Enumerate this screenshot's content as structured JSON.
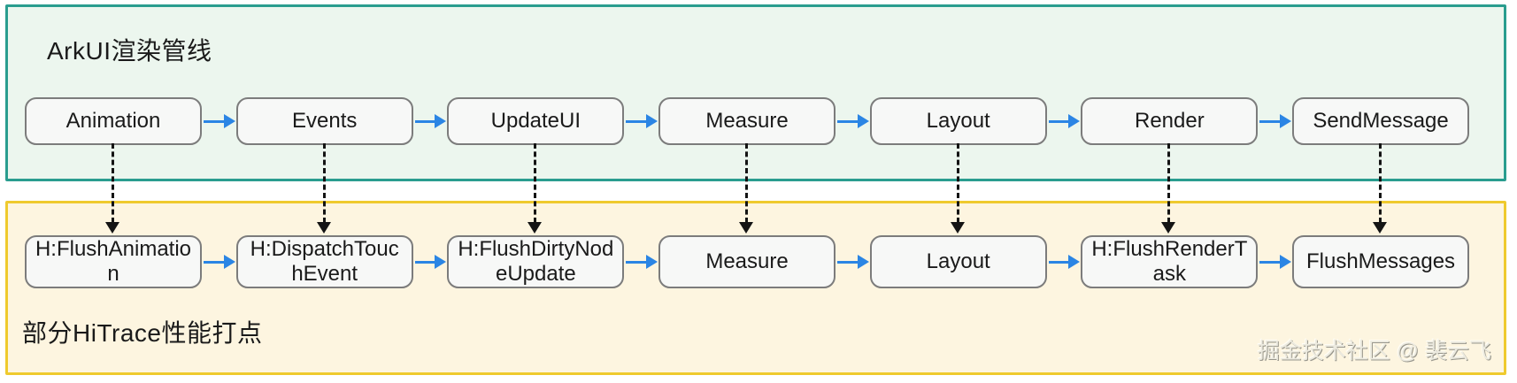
{
  "arkui_band": {
    "title": "ArkUI渲染管线",
    "nodes": [
      "Animation",
      "Events",
      "UpdateUI",
      "Measure",
      "Layout",
      "Render",
      "SendMessage"
    ]
  },
  "hitrace_band": {
    "title": "部分HiTrace性能打点",
    "nodes": [
      "H:FlushAnimation",
      "H:DispatchTouchEvent",
      "H:FlushDirtyNodeUpdate",
      "Measure",
      "Layout",
      "H:FlushRenderTask",
      "FlushMessages"
    ]
  },
  "watermark": "掘金技术社区 @ 裴云飞",
  "connections": {
    "top_flow": "Animation→Events→UpdateUI→Measure→Layout→Render→SendMessage",
    "bottom_flow": "H:FlushAnimation→H:DispatchTouchEvent→H:FlushDirtyNodeUpdate→Measure→Layout→H:FlushRenderTask→FlushMessages",
    "vertical_mappings": [
      [
        "Animation",
        "H:FlushAnimation"
      ],
      [
        "Events",
        "H:DispatchTouchEvent"
      ],
      [
        "UpdateUI",
        "H:FlushDirtyNodeUpdate"
      ],
      [
        "Measure",
        "Measure"
      ],
      [
        "Layout",
        "Layout"
      ],
      [
        "Render",
        "H:FlushRenderTask"
      ],
      [
        "SendMessage",
        "FlushMessages"
      ]
    ]
  },
  "colors": {
    "arkui_border": "#2a9d8f",
    "arkui_bg": "#ecf6ee",
    "hitrace_border": "#efca2e",
    "hitrace_bg": "#fdf5e0",
    "flow_arrow": "#2b85e4",
    "trace_arrow": "#141414",
    "node_bg": "#f7f8f7",
    "node_border": "#7c7c7c"
  }
}
